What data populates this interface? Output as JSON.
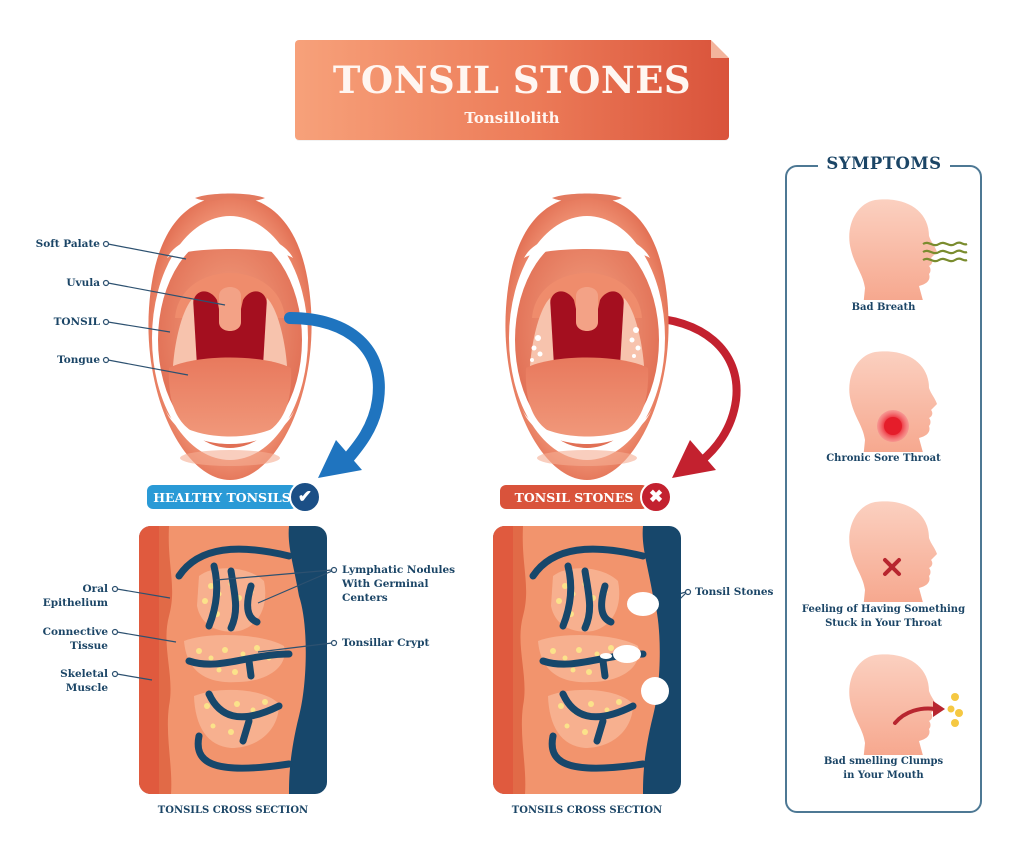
{
  "title": {
    "main": "TONSIL STONES",
    "subtitle": "Tonsillolith"
  },
  "mouth_labels": {
    "soft_palate": "Soft Palate",
    "uvula": "Uvula",
    "tonsil": "TONSIL",
    "tongue": "Tongue"
  },
  "status": {
    "healthy": {
      "label": "HEALTHY TONSILS",
      "icon": "check-icon",
      "color": "#2a9ad6"
    },
    "stones": {
      "label": "TONSIL STONES",
      "icon": "x-icon",
      "color": "#d9533b"
    }
  },
  "cross_section_left": {
    "labels": {
      "oral_epithelium": [
        "Oral",
        "Epithelium"
      ],
      "connective_tissue": [
        "Connective",
        "Tissue"
      ],
      "skeletal_muscle": [
        "Skeletal",
        "Muscle"
      ],
      "lymphatic_nodules": [
        "Lymphatic Nodules",
        "With Germinal",
        "Centers"
      ],
      "tonsillar_crypt": "Tonsillar Crypt"
    },
    "caption": "TONSILS CROSS SECTION"
  },
  "cross_section_right": {
    "labels": {
      "tonsil_stones": "Tonsil Stones"
    },
    "caption": "TONSILS CROSS SECTION"
  },
  "symptoms": {
    "title": "SYMPTOMS",
    "items": [
      {
        "label": [
          "Bad Breath"
        ],
        "icon": "bad-breath-icon"
      },
      {
        "label": [
          "Chronic Sore Throat"
        ],
        "icon": "sore-throat-icon"
      },
      {
        "label": [
          "Feeling of Having Something",
          "Stuck in Your Throat"
        ],
        "icon": "stuck-throat-icon"
      },
      {
        "label": [
          "Bad smelling Clumps",
          "in Your Mouth"
        ],
        "icon": "clumps-icon"
      }
    ]
  },
  "colors": {
    "navy": "#1b4566",
    "healthy_blue": "#2a9ad6",
    "alert_red": "#c3212f",
    "banner_orange": "#ec7b58",
    "tissue_salmon": "#f2946d",
    "crypt_navy": "#17476b",
    "nodule_yellow": "#fbe28a"
  }
}
